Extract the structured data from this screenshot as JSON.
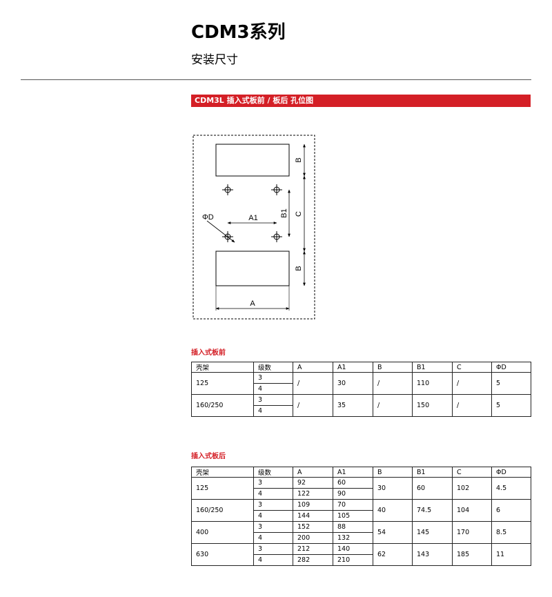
{
  "header": {
    "title": "CDM3系列",
    "subtitle": "安装尺寸"
  },
  "section": {
    "label": "CDM3L 插入式板前 / 板后 孔位图"
  },
  "diagram": {
    "labels": {
      "b_top": "B",
      "b1": "B1",
      "c": "C",
      "phi_d": "ΦD",
      "a1": "A1",
      "b_bottom": "B",
      "a": "A"
    }
  },
  "front_table": {
    "title": "插入式板前",
    "headers": [
      "壳架",
      "级数",
      "A",
      "A1",
      "B",
      "B1",
      "C",
      "ΦD"
    ],
    "groups": [
      {
        "frame": "125",
        "poles": [
          "3",
          "4"
        ],
        "a": "/",
        "a1": "30",
        "b": "/",
        "b1": "110",
        "c": "/",
        "phid": "5"
      },
      {
        "frame": "160/250",
        "poles": [
          "3",
          "4"
        ],
        "a": "/",
        "a1": "35",
        "b": "/",
        "b1": "150",
        "c": "/",
        "phid": "5"
      }
    ]
  },
  "rear_table": {
    "title": "插入式板后",
    "headers": [
      "壳架",
      "级数",
      "A",
      "A1",
      "B",
      "B1",
      "C",
      "ΦD"
    ],
    "groups": [
      {
        "frame": "125",
        "rows": [
          {
            "pole": "3",
            "a": "92",
            "a1": "60"
          },
          {
            "pole": "4",
            "a": "122",
            "a1": "90"
          }
        ],
        "b": "30",
        "b1": "60",
        "c": "102",
        "phid": "4.5"
      },
      {
        "frame": "160/250",
        "rows": [
          {
            "pole": "3",
            "a": "109",
            "a1": "70"
          },
          {
            "pole": "4",
            "a": "144",
            "a1": "105"
          }
        ],
        "b": "40",
        "b1": "74.5",
        "c": "104",
        "phid": "6"
      },
      {
        "frame": "400",
        "rows": [
          {
            "pole": "3",
            "a": "152",
            "a1": "88"
          },
          {
            "pole": "4",
            "a": "200",
            "a1": "132"
          }
        ],
        "b": "54",
        "b1": "145",
        "c": "170",
        "phid": "8.5"
      },
      {
        "frame": "630",
        "rows": [
          {
            "pole": "3",
            "a": "212",
            "a1": "140"
          },
          {
            "pole": "4",
            "a": "282",
            "a1": "210"
          }
        ],
        "b": "62",
        "b1": "143",
        "c": "185",
        "phid": "11"
      }
    ]
  }
}
